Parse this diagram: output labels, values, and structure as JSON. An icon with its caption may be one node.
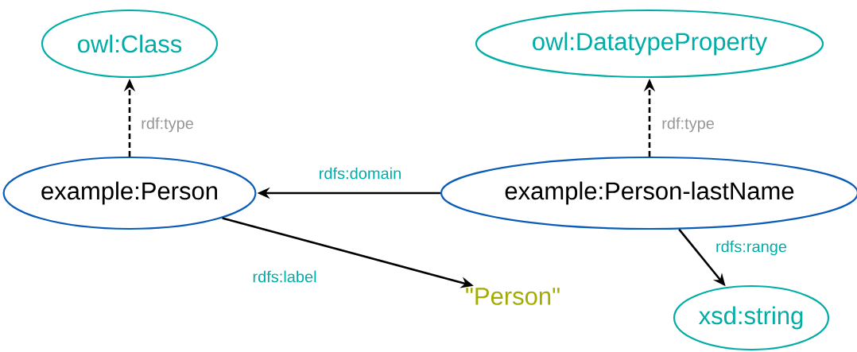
{
  "diagram": {
    "nodes": [
      {
        "text": [
          "owl:Class"
        ]
      },
      {
        "text": [
          "owl:DatatypeProperty"
        ]
      },
      {
        "text": [
          "example:Person"
        ]
      },
      {
        "text": [
          "example:Person-lastName"
        ]
      },
      {
        "text": [
          "\"Person\""
        ]
      },
      {
        "text": [
          "xsd:string"
        ]
      }
    ],
    "edges": [
      {
        "from": 2,
        "to": 0,
        "arrow": "to",
        "style": "dashed",
        "label": "rdf:type"
      },
      {
        "from": 3,
        "to": 1,
        "arrow": "to",
        "style": "dashed",
        "label": "rdf:type"
      },
      {
        "from": 3,
        "to": 2,
        "arrow": "to",
        "label": "rdfs:domain"
      },
      {
        "from": 2,
        "to": 4,
        "arrow": "to",
        "label": "rdfs:label"
      },
      {
        "from": 3,
        "to": 5,
        "arrow": "to",
        "label": "rdfs:range"
      }
    ]
  }
}
